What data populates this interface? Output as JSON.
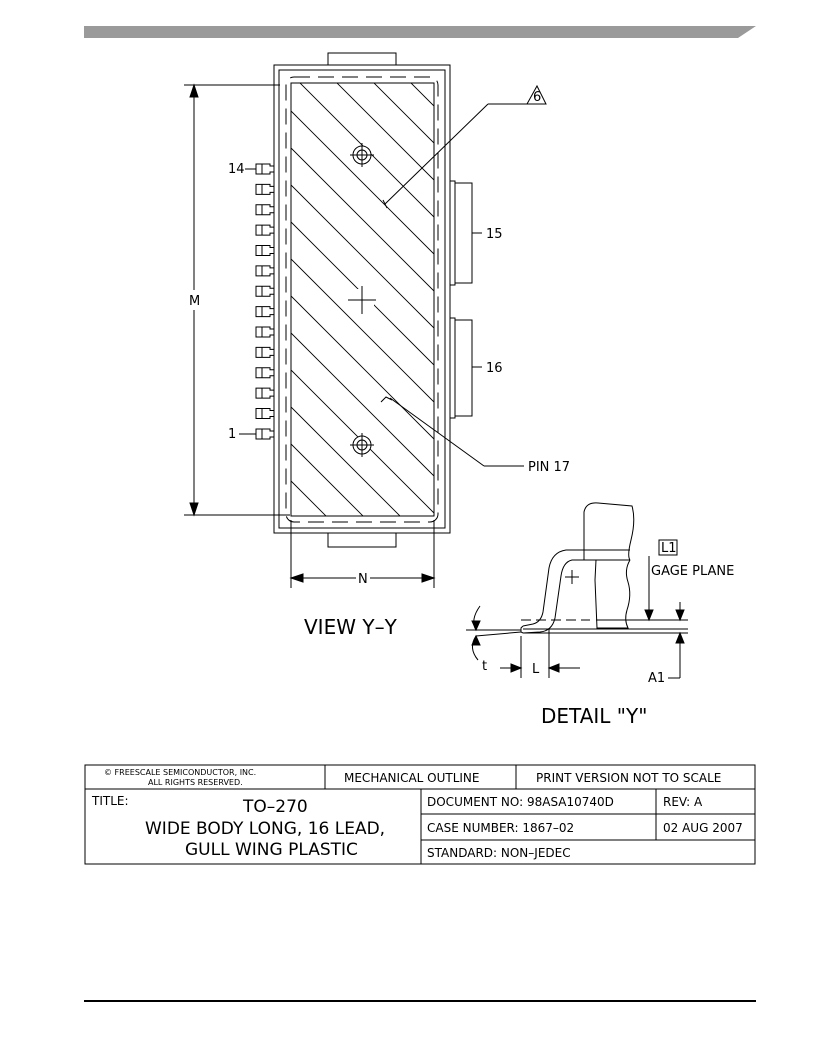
{
  "drawing": {
    "view_title": "VIEW Y–Y",
    "detail_title": "DETAIL \"Y\"",
    "dim_m": "M",
    "dim_n": "N",
    "dim_l": "L",
    "dim_t": "t",
    "dim_a1": "A1",
    "pin_1": "1",
    "pin_14": "14",
    "pin_15": "15",
    "pin_16": "16",
    "pin_17": "PIN 17",
    "note_6": "6",
    "l1_box": "L1",
    "gage_plane": "GAGE PLANE"
  },
  "title_block": {
    "copyright_line1": "© FREESCALE SEMICONDUCTOR, INC.",
    "copyright_line2": "ALL RIGHTS RESERVED.",
    "mechanical_outline": "MECHANICAL OUTLINE",
    "print_version": "PRINT VERSION NOT TO SCALE",
    "title_label": "TITLE:",
    "title_line1": "TO–270",
    "title_line2": "WIDE BODY LONG, 16 LEAD,",
    "title_line3": "GULL WING PLASTIC",
    "document_no": "DOCUMENT NO: 98ASA10740D",
    "rev": "REV: A",
    "case_number": "CASE NUMBER: 1867–02",
    "date": "02 AUG 2007",
    "standard": "STANDARD: NON–JEDEC"
  }
}
